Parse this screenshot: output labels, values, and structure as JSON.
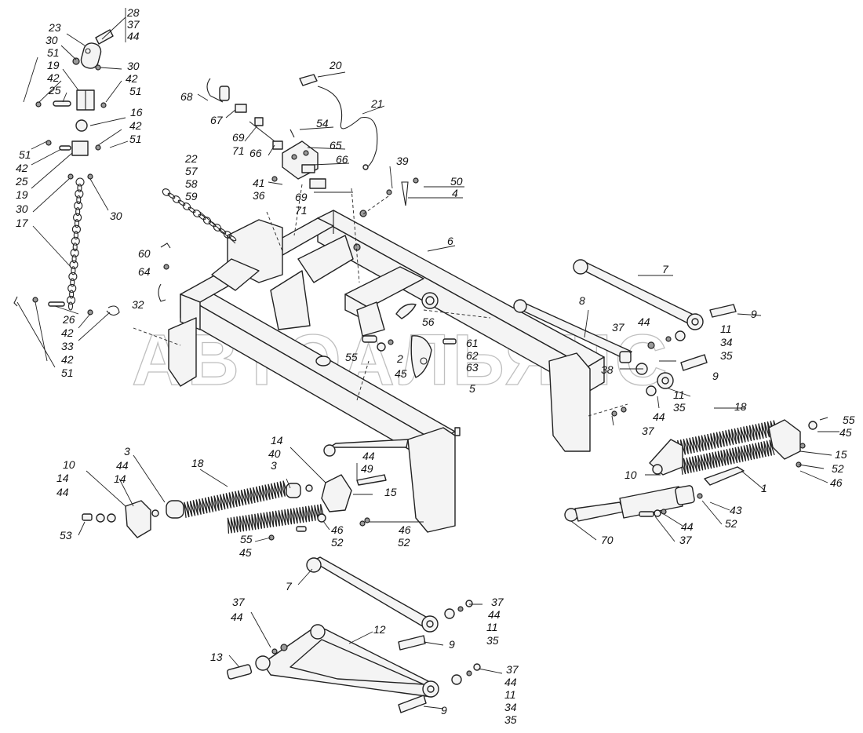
{
  "watermark": "АВТОАЛЬЯНС",
  "labels": [
    {
      "id": "l1",
      "text": "28"
    },
    {
      "id": "l2",
      "text": "37"
    },
    {
      "id": "l3",
      "text": "44"
    },
    {
      "id": "l4",
      "text": "23"
    },
    {
      "id": "l5",
      "text": "30"
    },
    {
      "id": "l6",
      "text": "51"
    },
    {
      "id": "l7",
      "text": "19"
    },
    {
      "id": "l8",
      "text": "42"
    },
    {
      "id": "l9",
      "text": "25"
    },
    {
      "id": "l10",
      "text": "30"
    },
    {
      "id": "l11",
      "text": "42"
    },
    {
      "id": "l12",
      "text": "51"
    },
    {
      "id": "l13",
      "text": "16"
    },
    {
      "id": "l14",
      "text": "42"
    },
    {
      "id": "l15",
      "text": "51"
    },
    {
      "id": "l16",
      "text": "51"
    },
    {
      "id": "l17",
      "text": "42"
    },
    {
      "id": "l18",
      "text": "25"
    },
    {
      "id": "l19",
      "text": "19"
    },
    {
      "id": "l20",
      "text": "30"
    },
    {
      "id": "l21",
      "text": "17"
    },
    {
      "id": "l22",
      "text": "30"
    },
    {
      "id": "l23",
      "text": "26"
    },
    {
      "id": "l24",
      "text": "42"
    },
    {
      "id": "l25",
      "text": "33"
    },
    {
      "id": "l26",
      "text": "42"
    },
    {
      "id": "l27",
      "text": "51"
    },
    {
      "id": "l28",
      "text": "20"
    },
    {
      "id": "l29",
      "text": "21"
    },
    {
      "id": "l30",
      "text": "68"
    },
    {
      "id": "l31",
      "text": "67"
    },
    {
      "id": "l32",
      "text": "54"
    },
    {
      "id": "l33",
      "text": "69"
    },
    {
      "id": "l34",
      "text": "71"
    },
    {
      "id": "l35",
      "text": "66"
    },
    {
      "id": "l36",
      "text": "65"
    },
    {
      "id": "l37",
      "text": "66"
    },
    {
      "id": "l38",
      "text": "22"
    },
    {
      "id": "l39",
      "text": "57"
    },
    {
      "id": "l40",
      "text": "58"
    },
    {
      "id": "l41",
      "text": "59"
    },
    {
      "id": "l42",
      "text": "41"
    },
    {
      "id": "l43",
      "text": "36"
    },
    {
      "id": "l44",
      "text": "69"
    },
    {
      "id": "l45",
      "text": "71"
    },
    {
      "id": "l46",
      "text": "39"
    },
    {
      "id": "l47",
      "text": "50"
    },
    {
      "id": "l48",
      "text": "4"
    },
    {
      "id": "l49",
      "text": "6"
    },
    {
      "id": "l50",
      "text": "60"
    },
    {
      "id": "l51",
      "text": "64"
    },
    {
      "id": "l52",
      "text": "32"
    },
    {
      "id": "l53",
      "text": "56"
    },
    {
      "id": "l54",
      "text": "7"
    },
    {
      "id": "l55",
      "text": "8"
    },
    {
      "id": "l56",
      "text": "9"
    },
    {
      "id": "l57",
      "text": "37"
    },
    {
      "id": "l58",
      "text": "44"
    },
    {
      "id": "l59",
      "text": "11"
    },
    {
      "id": "l60",
      "text": "34"
    },
    {
      "id": "l61",
      "text": "35"
    },
    {
      "id": "l62",
      "text": "61"
    },
    {
      "id": "l63",
      "text": "62"
    },
    {
      "id": "l64",
      "text": "63"
    },
    {
      "id": "l65",
      "text": "55"
    },
    {
      "id": "l66",
      "text": "2"
    },
    {
      "id": "l67",
      "text": "45"
    },
    {
      "id": "l68",
      "text": "5"
    },
    {
      "id": "l69",
      "text": "38"
    },
    {
      "id": "l70",
      "text": "9"
    },
    {
      "id": "l71",
      "text": "11"
    },
    {
      "id": "l72",
      "text": "35"
    },
    {
      "id": "l73",
      "text": "44"
    },
    {
      "id": "l74",
      "text": "37"
    },
    {
      "id": "l75",
      "text": "18"
    },
    {
      "id": "l76",
      "text": "55"
    },
    {
      "id": "l77",
      "text": "45"
    },
    {
      "id": "l78",
      "text": "15"
    },
    {
      "id": "l79",
      "text": "52"
    },
    {
      "id": "l80",
      "text": "46"
    },
    {
      "id": "l81",
      "text": "10"
    },
    {
      "id": "l82",
      "text": "1"
    },
    {
      "id": "l83",
      "text": "43"
    },
    {
      "id": "l84",
      "text": "52"
    },
    {
      "id": "l85",
      "text": "44"
    },
    {
      "id": "l86",
      "text": "37"
    },
    {
      "id": "l87",
      "text": "70"
    },
    {
      "id": "l88",
      "text": "3"
    },
    {
      "id": "l89",
      "text": "18"
    },
    {
      "id": "l90",
      "text": "10"
    },
    {
      "id": "l91",
      "text": "14"
    },
    {
      "id": "l92",
      "text": "44"
    },
    {
      "id": "l93",
      "text": "14"
    },
    {
      "id": "l94",
      "text": "44"
    },
    {
      "id": "l95",
      "text": "53"
    },
    {
      "id": "l96",
      "text": "14"
    },
    {
      "id": "l97",
      "text": "40"
    },
    {
      "id": "l98",
      "text": "3"
    },
    {
      "id": "l99",
      "text": "44"
    },
    {
      "id": "l100",
      "text": "49"
    },
    {
      "id": "l101",
      "text": "15"
    },
    {
      "id": "l102",
      "text": "55"
    },
    {
      "id": "l103",
      "text": "45"
    },
    {
      "id": "l104",
      "text": "46"
    },
    {
      "id": "l105",
      "text": "52"
    },
    {
      "id": "l106",
      "text": "46"
    },
    {
      "id": "l107",
      "text": "52"
    },
    {
      "id": "l108",
      "text": "7"
    },
    {
      "id": "l109",
      "text": "37"
    },
    {
      "id": "l110",
      "text": "44"
    },
    {
      "id": "l111",
      "text": "11"
    },
    {
      "id": "l112",
      "text": "35"
    },
    {
      "id": "l113",
      "text": "37"
    },
    {
      "id": "l114",
      "text": "44"
    },
    {
      "id": "l115",
      "text": "12"
    },
    {
      "id": "l116",
      "text": "9"
    },
    {
      "id": "l117",
      "text": "13"
    },
    {
      "id": "l118",
      "text": "37"
    },
    {
      "id": "l119",
      "text": "44"
    },
    {
      "id": "l120",
      "text": "11"
    },
    {
      "id": "l121",
      "text": "34"
    },
    {
      "id": "l122",
      "text": "35"
    },
    {
      "id": "l123",
      "text": "9"
    }
  ]
}
